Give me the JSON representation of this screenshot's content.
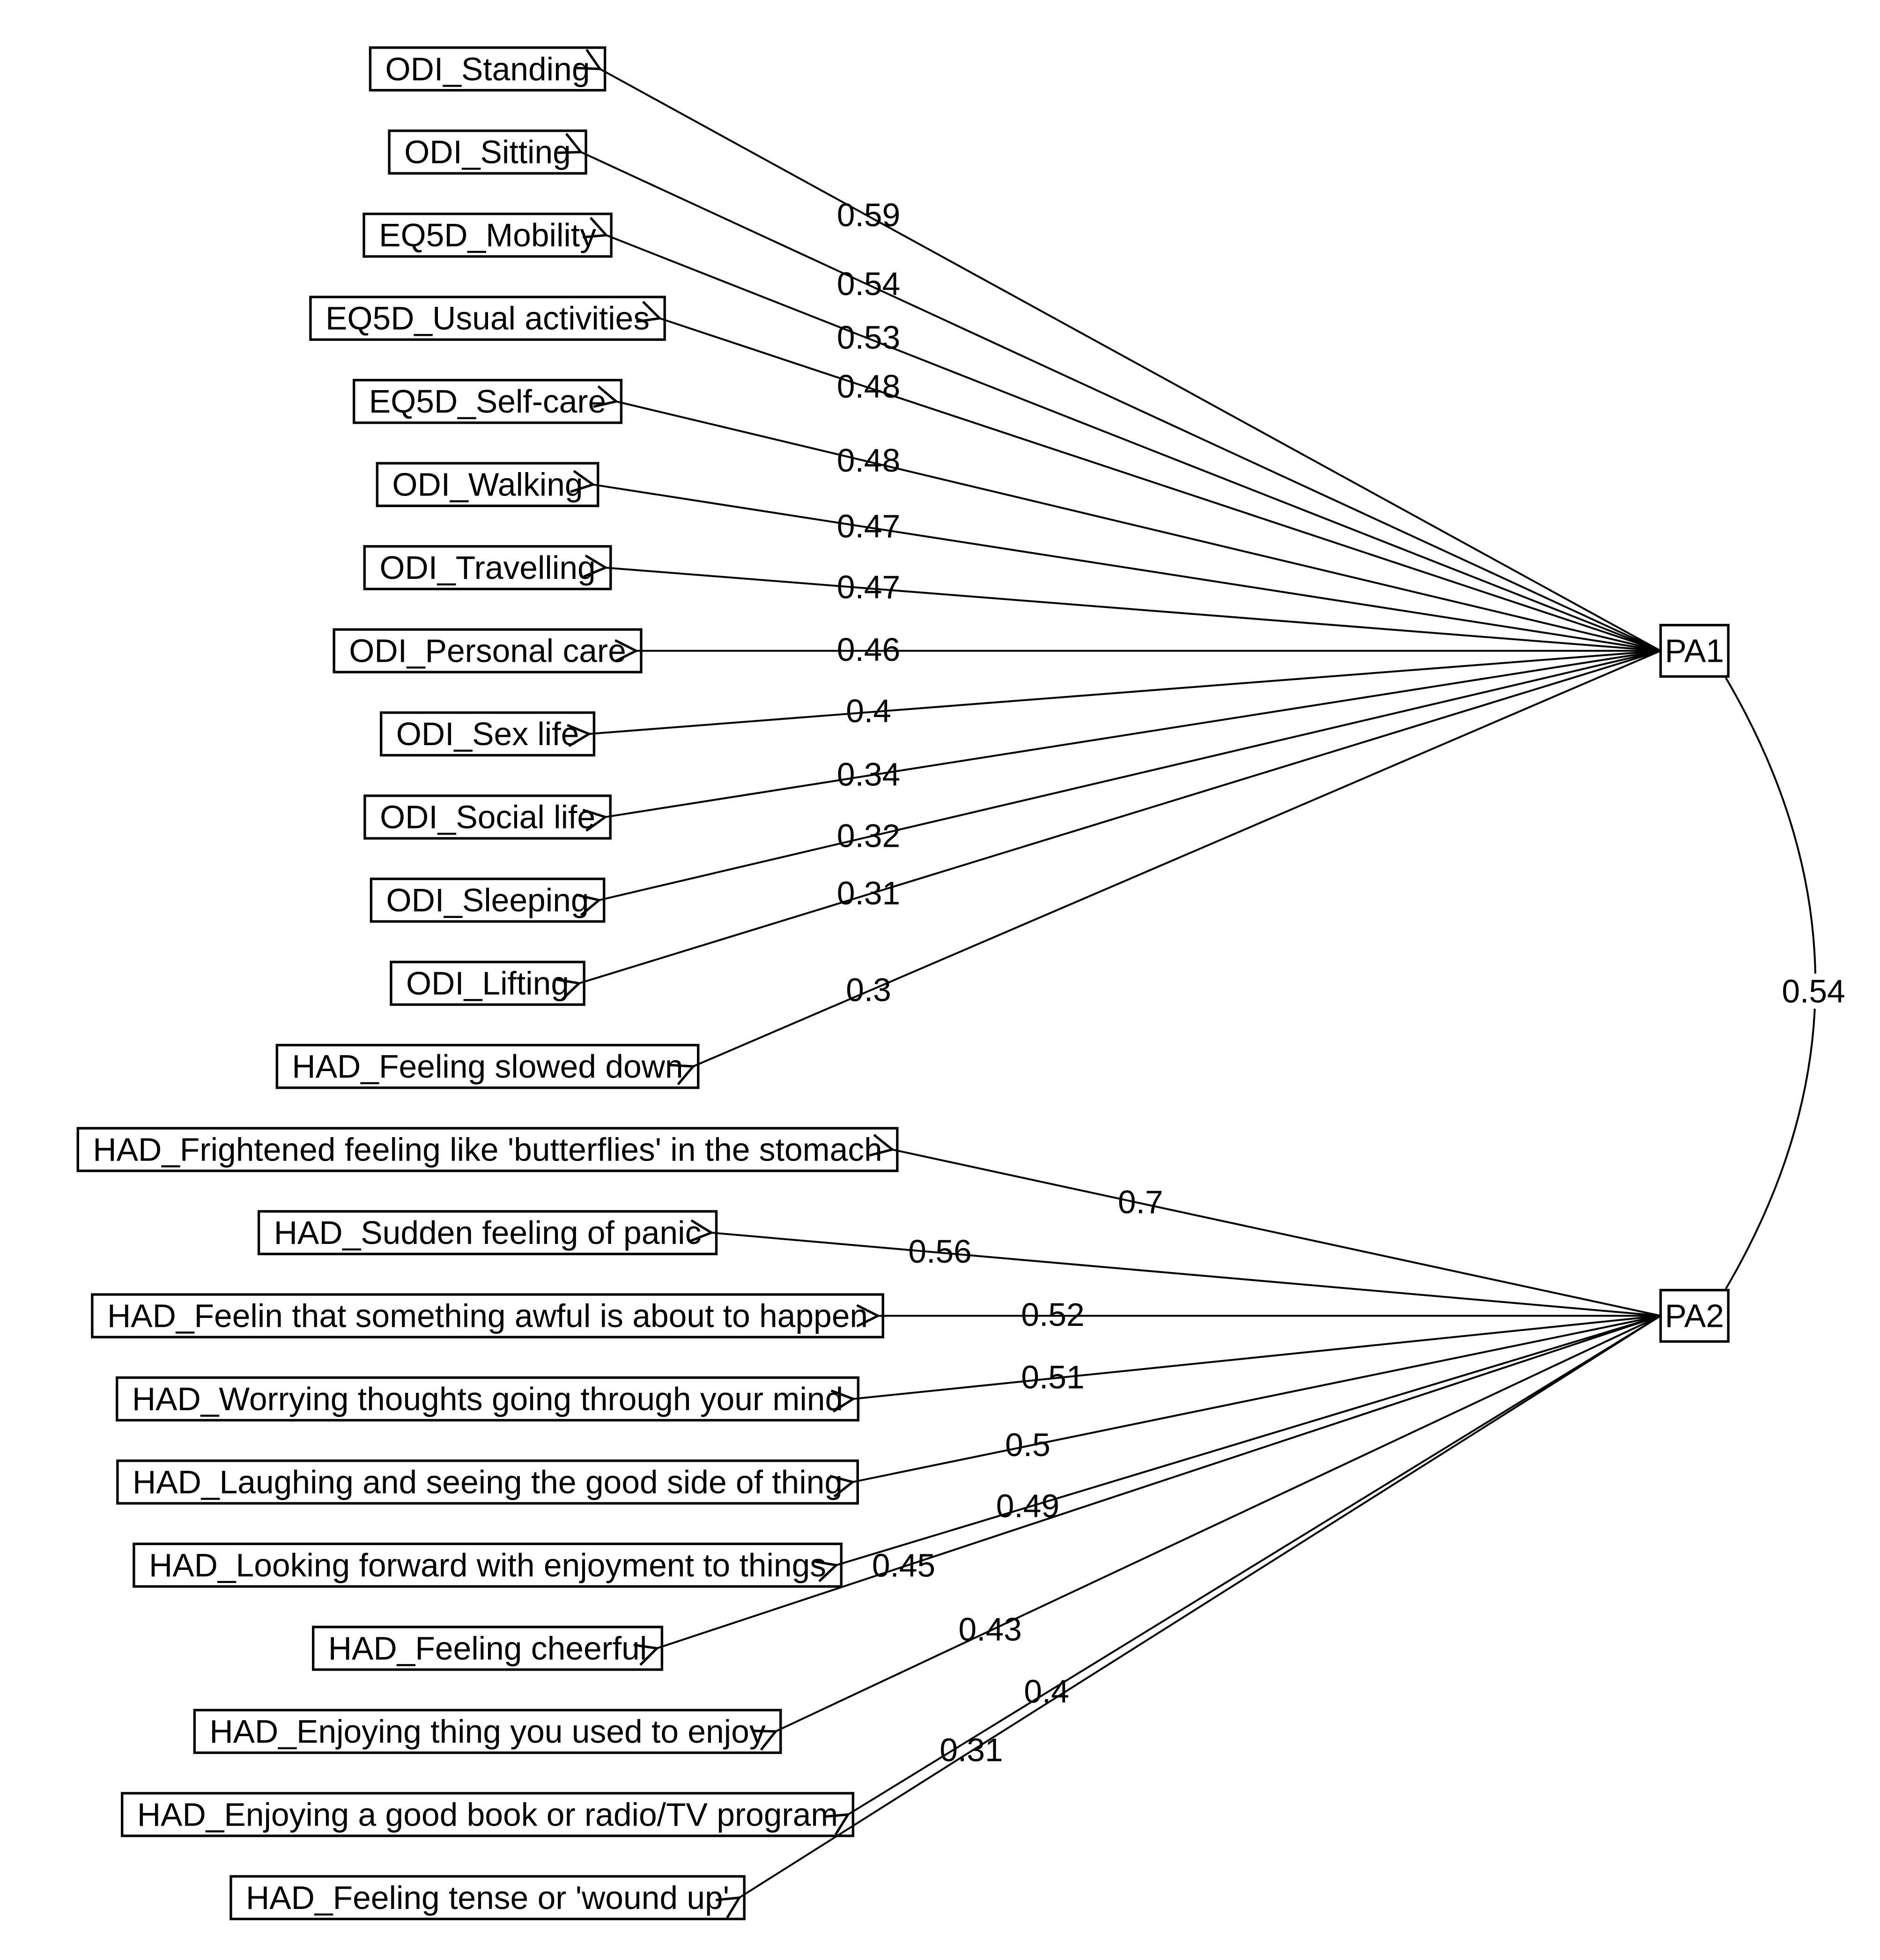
{
  "diagram": {
    "type": "factor-analysis-path-diagram",
    "background_color": "#ffffff",
    "line_color": "#000000",
    "factors": [
      {
        "label": "PA1",
        "indicators": [
          {
            "label": "ODI_Standing",
            "loading": "0.59"
          },
          {
            "label": "ODI_Sitting",
            "loading": "0.54"
          },
          {
            "label": "EQ5D_Mobility",
            "loading": "0.53"
          },
          {
            "label": "EQ5D_Usual activities",
            "loading": "0.48"
          },
          {
            "label": "EQ5D_Self-care",
            "loading": "0.48"
          },
          {
            "label": "ODI_Walking",
            "loading": "0.47"
          },
          {
            "label": "ODI_Travelling",
            "loading": "0.47"
          },
          {
            "label": "ODI_Personal care",
            "loading": "0.46"
          },
          {
            "label": "ODI_Sex life",
            "loading": "0.4"
          },
          {
            "label": "ODI_Social life",
            "loading": "0.34"
          },
          {
            "label": "ODI_Sleeping",
            "loading": "0.32"
          },
          {
            "label": "ODI_Lifting",
            "loading": "0.31"
          },
          {
            "label": "HAD_Feeling slowed down",
            "loading": "0.3"
          }
        ]
      },
      {
        "label": "PA2",
        "indicators": [
          {
            "label": "HAD_Frightened feeling like 'butterflies' in the stomach",
            "loading": "0.7"
          },
          {
            "label": "HAD_Sudden feeling of panic",
            "loading": "0.56"
          },
          {
            "label": "HAD_Feelin that something awful is about to happen",
            "loading": "0.52"
          },
          {
            "label": "HAD_Worrying thoughts going through your mind",
            "loading": "0.51"
          },
          {
            "label": "HAD_Laughing and seeing the good side of thing",
            "loading": "0.5"
          },
          {
            "label": "HAD_Looking forward with enjoyment to things",
            "loading": "0.49"
          },
          {
            "label": "HAD_Feeling cheerful",
            "loading": "0.45"
          },
          {
            "label": "HAD_Enjoying thing you used to enjoy",
            "loading": "0.43"
          },
          {
            "label": "HAD_Enjoying a good book or radio/TV program",
            "loading": "0.4"
          },
          {
            "label": "HAD_Feeling tense or 'wound up'",
            "loading": "0.31"
          }
        ]
      }
    ],
    "factor_correlation": {
      "between": [
        "PA1",
        "PA2"
      ],
      "value": "0.54"
    }
  }
}
